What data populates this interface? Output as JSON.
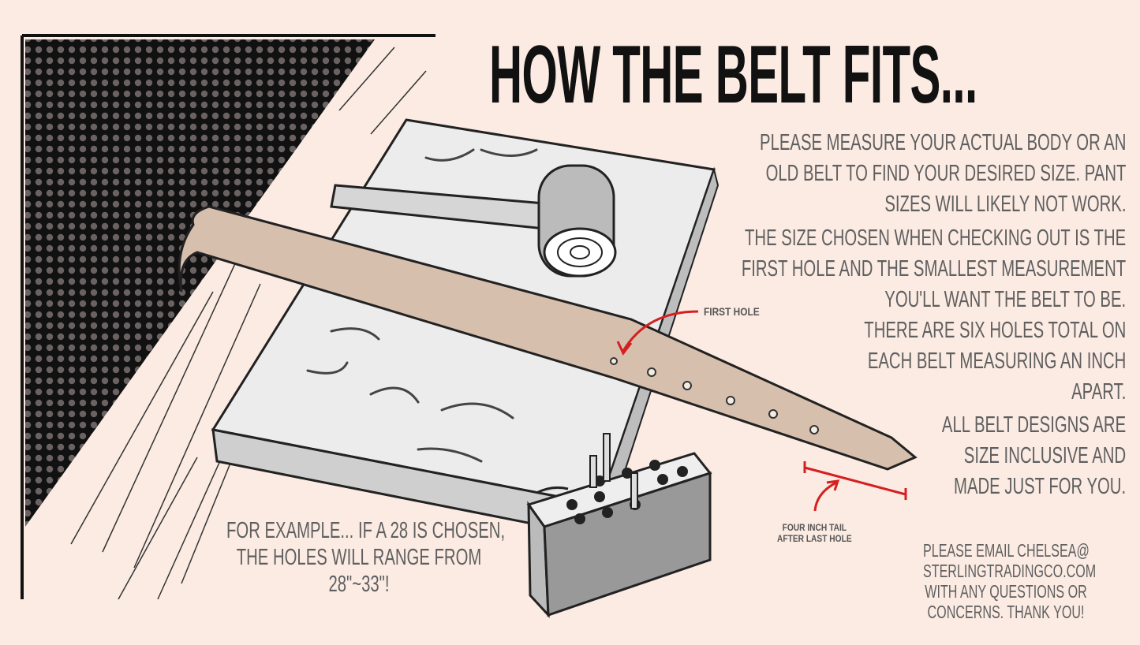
{
  "title": "HOW THE BELT FITS...",
  "paragraphs": [
    {
      "lines": [
        "PLEASE MEASURE YOUR ACTUAL BODY OR AN",
        "OLD BELT TO FIND YOUR DESIRED SIZE. PANT",
        "SIZES WILL LIKELY NOT WORK."
      ]
    },
    {
      "lines": [
        "THE SIZE CHOSEN WHEN CHECKING OUT IS THE",
        "FIRST HOLE AND THE SMALLEST MEASUREMENT",
        "YOU'LL WANT THE BELT TO BE."
      ]
    },
    {
      "lines": [
        "THERE ARE SIX HOLES TOTAL ON",
        "EACH BELT MEASURING AN INCH",
        "APART."
      ]
    },
    {
      "lines": [
        "ALL BELT DESIGNS ARE",
        "SIZE INCLUSIVE AND",
        "MADE JUST FOR YOU."
      ]
    }
  ],
  "example": {
    "lines": [
      "FOR EXAMPLE... IF A 28 IS CHOSEN,",
      "THE HOLES WILL RANGE FROM",
      "28\"~33\"!"
    ]
  },
  "contact": {
    "lines": [
      "PLEASE EMAIL CHELSEA@",
      "STERLINGTRADINGCO.COM",
      "WITH ANY QUESTIONS OR",
      "CONCERNS. THANK YOU!"
    ]
  },
  "annotations": {
    "first_hole": "FIRST HOLE",
    "tail": [
      "FOUR INCH TAIL",
      "AFTER LAST HOLE"
    ]
  },
  "colors": {
    "background": "#fbebe3",
    "text": "#5f5f5f",
    "accent": "#d42020",
    "belt": "#d7bfae"
  }
}
